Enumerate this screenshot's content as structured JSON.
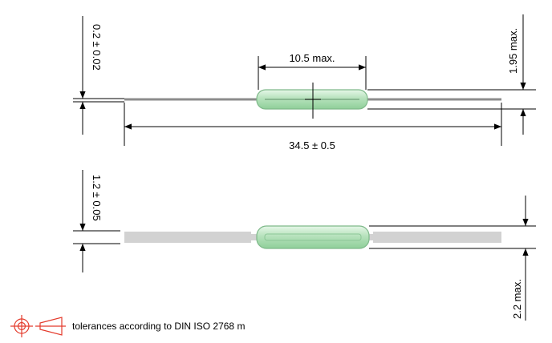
{
  "dimensions": {
    "wire_diameter": "0.2 ± 0.02",
    "body_length": "10.5 max.",
    "body_diameter_top": "1.95 max.",
    "overall_length": "34.5 ± 0.5",
    "lead_width": "1.2 ± 0.05",
    "body_diameter_bottom": "2.2 max."
  },
  "note": {
    "text": "tolerances according to DIN ISO 2768 m",
    "icon": "first-angle-projection-icon"
  },
  "colors": {
    "glass_fill": "#bfe8c4",
    "glass_stroke": "#7fb98a",
    "lead_gray": "#d2d2d2",
    "wire_gray": "#8c8c8c",
    "symbol_red": "#e43b2c"
  }
}
